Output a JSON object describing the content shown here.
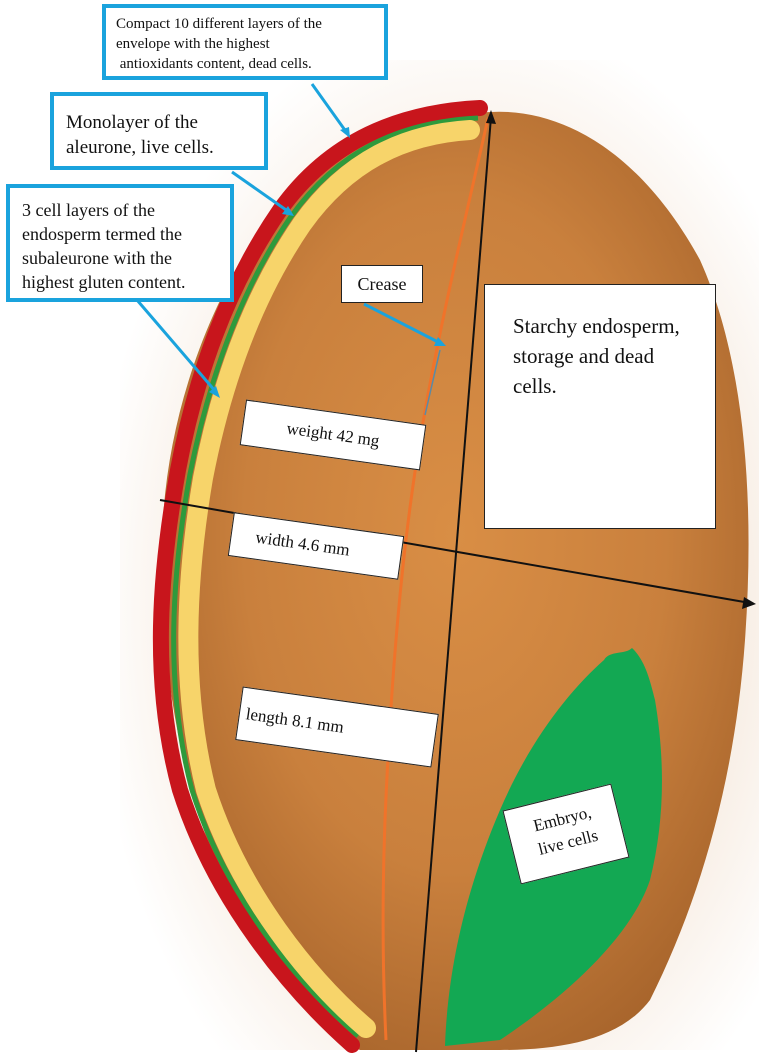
{
  "labels": {
    "envelope": "Compact 10 different layers of the envelope with the highest antioxidants content, dead cells.",
    "envelope_lines": [
      "Compact 10 different layers of the",
      "envelope with the highest",
      " antioxidants content, dead cells."
    ],
    "aleurone_lines": [
      "Monolayer of the",
      "aleurone, live cells."
    ],
    "subaleurone_lines": [
      "3 cell layers of the",
      "endosperm termed the",
      "subaleurone with the",
      "highest gluten content."
    ],
    "crease": "Crease",
    "starchy_lines": [
      "Starchy endosperm,",
      "storage and dead",
      "cells."
    ],
    "weight": "weight 42 mg",
    "width": "width 4.6 mm",
    "length": "length 8.1 mm",
    "embryo_lines": [
      "Embryo,",
      "live cells"
    ]
  },
  "colors": {
    "envelope_red": "#c8151c",
    "aleurone_green": "#2e9a3c",
    "subaleurone_yellow": "#f7d46a",
    "crease_orange": "#f0732a",
    "embryo_green": "#13a853",
    "callout_blue": "#1aa3dd",
    "kernel_brown": "#c9803d"
  }
}
